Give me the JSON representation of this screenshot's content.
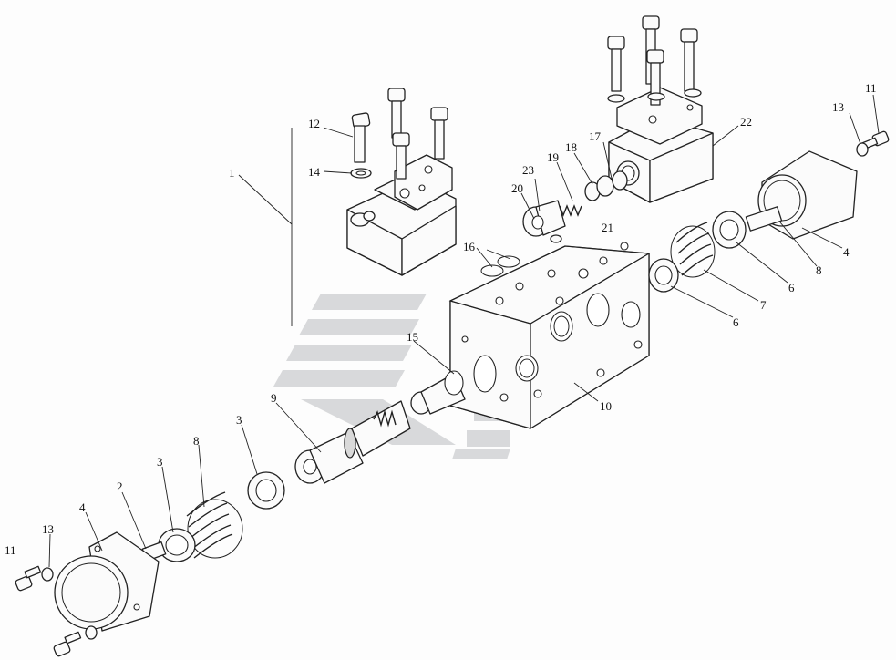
{
  "callouts": [
    {
      "id": "c1",
      "text": "1"
    },
    {
      "id": "c2",
      "text": "2"
    },
    {
      "id": "c3a",
      "text": "3"
    },
    {
      "id": "c3b",
      "text": "3"
    },
    {
      "id": "c4a",
      "text": "4"
    },
    {
      "id": "c4b",
      "text": "4"
    },
    {
      "id": "c6a",
      "text": "6"
    },
    {
      "id": "c6b",
      "text": "6"
    },
    {
      "id": "c7",
      "text": "7"
    },
    {
      "id": "c8a",
      "text": "8"
    },
    {
      "id": "c8b",
      "text": "8"
    },
    {
      "id": "c9",
      "text": "9"
    },
    {
      "id": "c10",
      "text": "10"
    },
    {
      "id": "c11a",
      "text": "11"
    },
    {
      "id": "c11b",
      "text": "11"
    },
    {
      "id": "c12",
      "text": "12"
    },
    {
      "id": "c13a",
      "text": "13"
    },
    {
      "id": "c13b",
      "text": "13"
    },
    {
      "id": "c14",
      "text": "14"
    },
    {
      "id": "c15",
      "text": "15"
    },
    {
      "id": "c16",
      "text": "16"
    },
    {
      "id": "c17",
      "text": "17"
    },
    {
      "id": "c18",
      "text": "18"
    },
    {
      "id": "c19",
      "text": "19"
    },
    {
      "id": "c20",
      "text": "20"
    },
    {
      "id": "c21",
      "text": "21"
    },
    {
      "id": "c22",
      "text": "22"
    },
    {
      "id": "c23",
      "text": "23"
    }
  ],
  "watermark": {
    "icon": "stripes-logo-watermark",
    "color": "#b9bcc0"
  }
}
